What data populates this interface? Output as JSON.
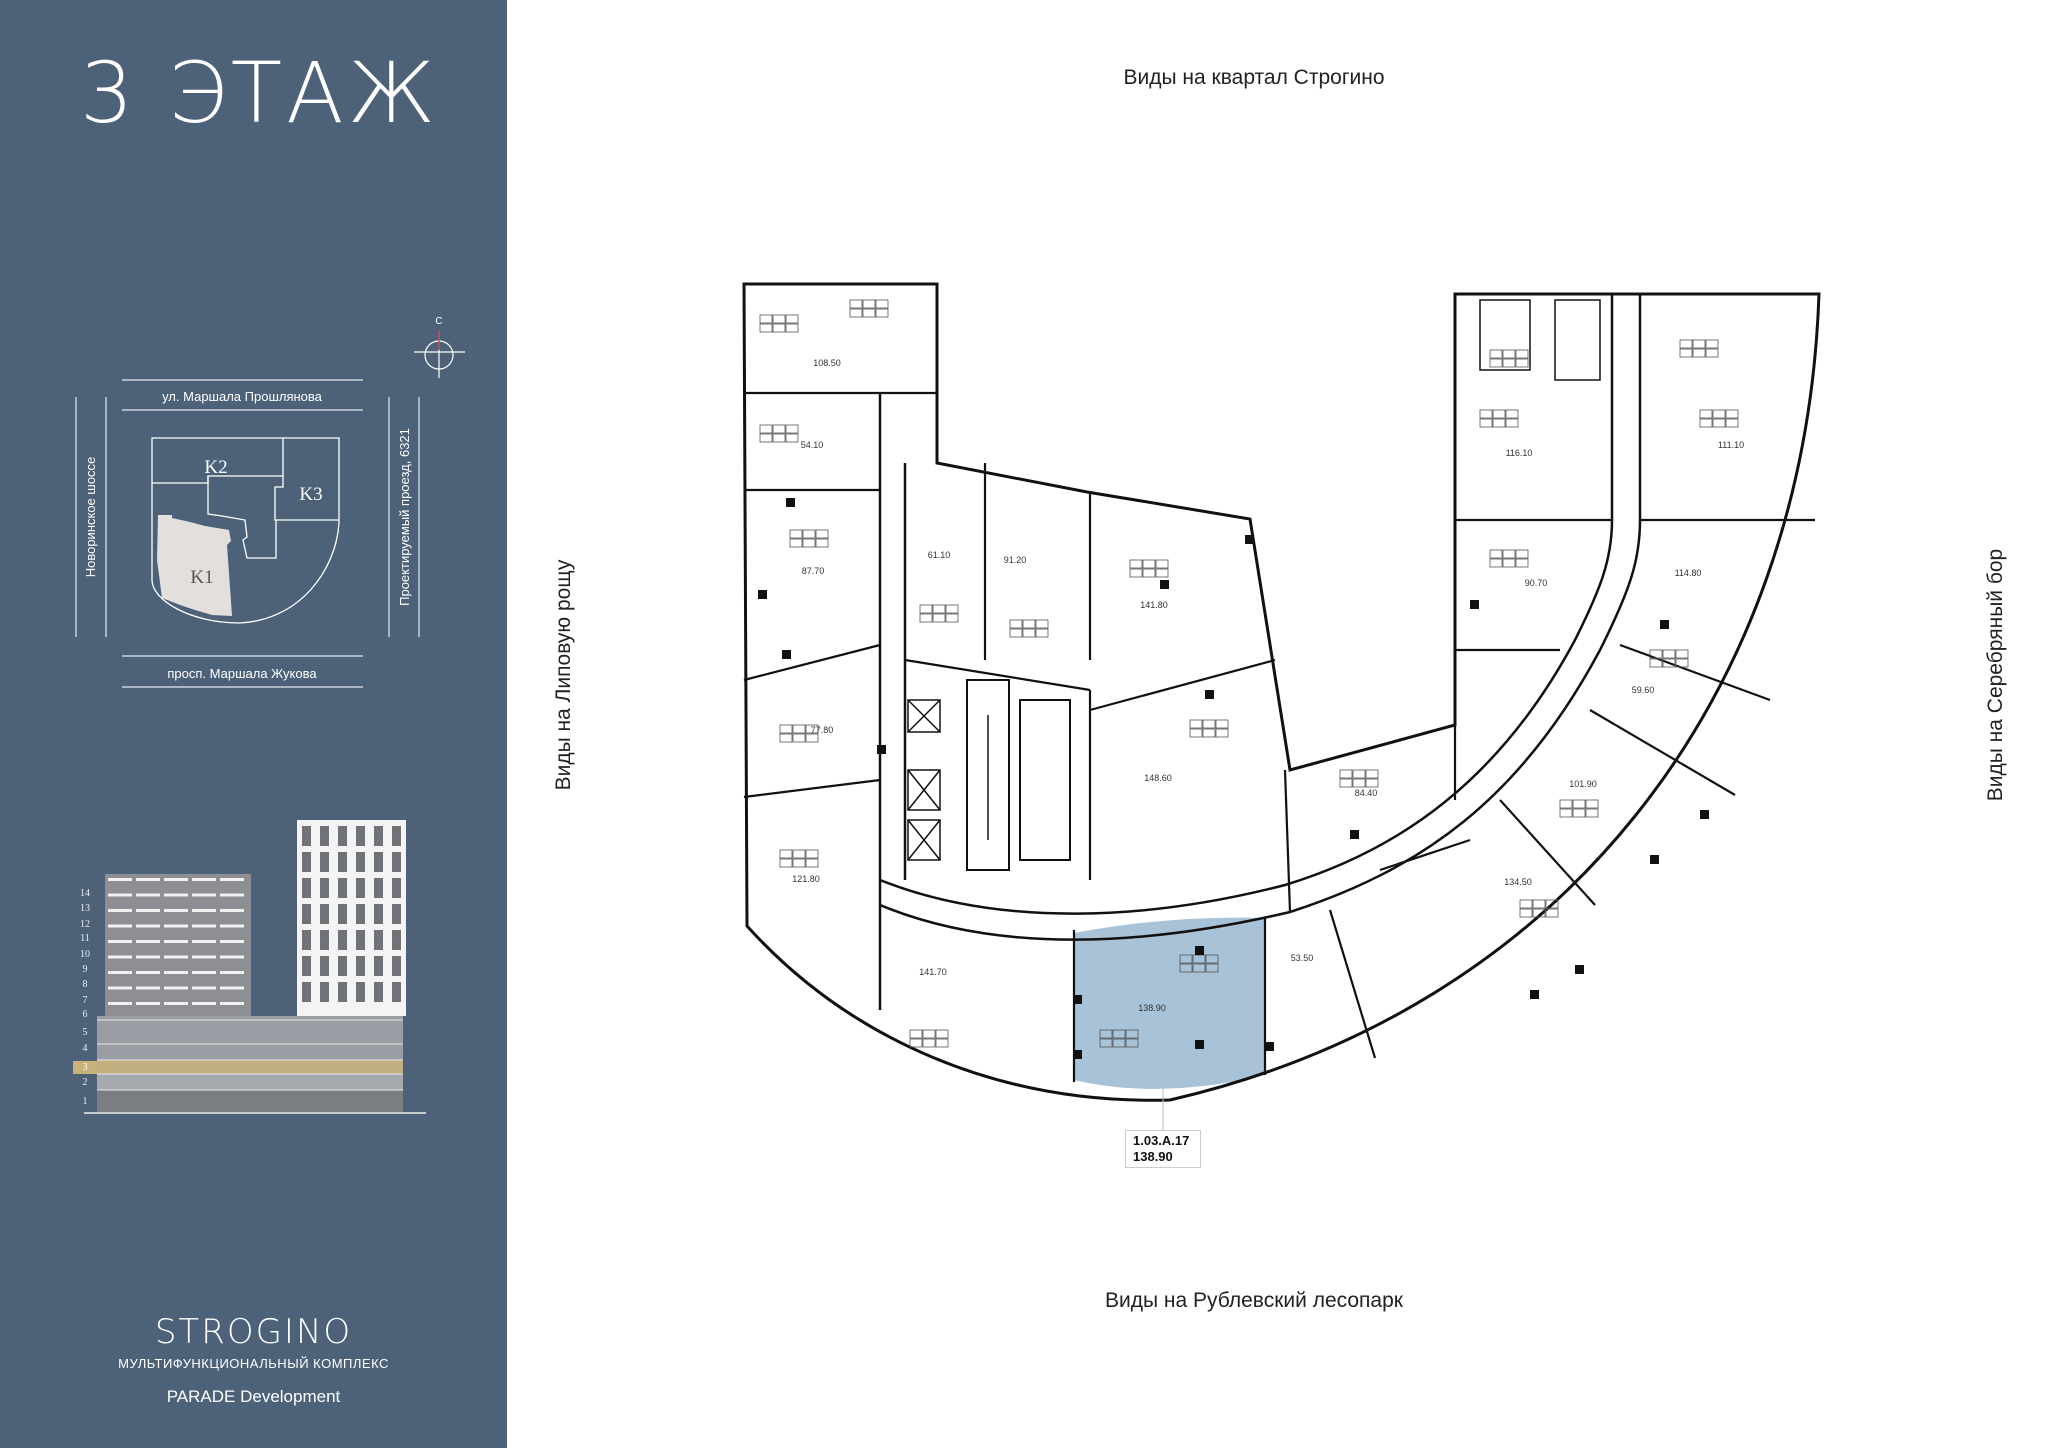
{
  "sidebar": {
    "floor_title": "3 ЭТАЖ",
    "compass_label": "С",
    "streets": {
      "top": "ул. Маршала Прошлянова",
      "bottom": "просп. Маршала Жукова",
      "left": "Новоринское шоссе",
      "right": "Проектируемый проезд, 6321"
    },
    "blocks": [
      "K1",
      "K2",
      "K3"
    ],
    "selected_block": "K1",
    "elevation": {
      "floors": [
        "14",
        "13",
        "12",
        "11",
        "10",
        "9",
        "8",
        "7",
        "6",
        "5",
        "4",
        "3",
        "2",
        "1"
      ],
      "current_floor": "3"
    },
    "brand": {
      "name": "STROGINO",
      "subtitle": "МУЛЬТИФУНКЦИОНАЛЬНЫЙ КОМПЛЕКС",
      "developer": "PARADE Development"
    }
  },
  "views": {
    "top": "Виды на квартал Строгино",
    "bottom": "Виды на Рублевский лесопарк",
    "left": "Виды на Липовую рощу",
    "right": "Виды на Серебряный бор"
  },
  "units": [
    {
      "area": "108.50"
    },
    {
      "area": "54.10"
    },
    {
      "area": "87.70"
    },
    {
      "area": "61.10"
    },
    {
      "area": "91.20"
    },
    {
      "area": "77.80"
    },
    {
      "area": "121.80"
    },
    {
      "area": "141.70"
    },
    {
      "area": "138.90"
    },
    {
      "area": "53.50"
    },
    {
      "area": "141.80"
    },
    {
      "area": "148.60"
    },
    {
      "area": "84.40"
    },
    {
      "area": "116.10"
    },
    {
      "area": "111.10"
    },
    {
      "area": "90.70"
    },
    {
      "area": "114.80"
    },
    {
      "area": "59.60"
    },
    {
      "area": "101.90"
    },
    {
      "area": "134.50"
    }
  ],
  "selected_unit": {
    "code": "1.03.A.17",
    "area": "138.90"
  },
  "colors": {
    "sidebar": "#4d6279",
    "selected_unit": "#a8c2d7",
    "current_floor": "#c9b27a"
  }
}
